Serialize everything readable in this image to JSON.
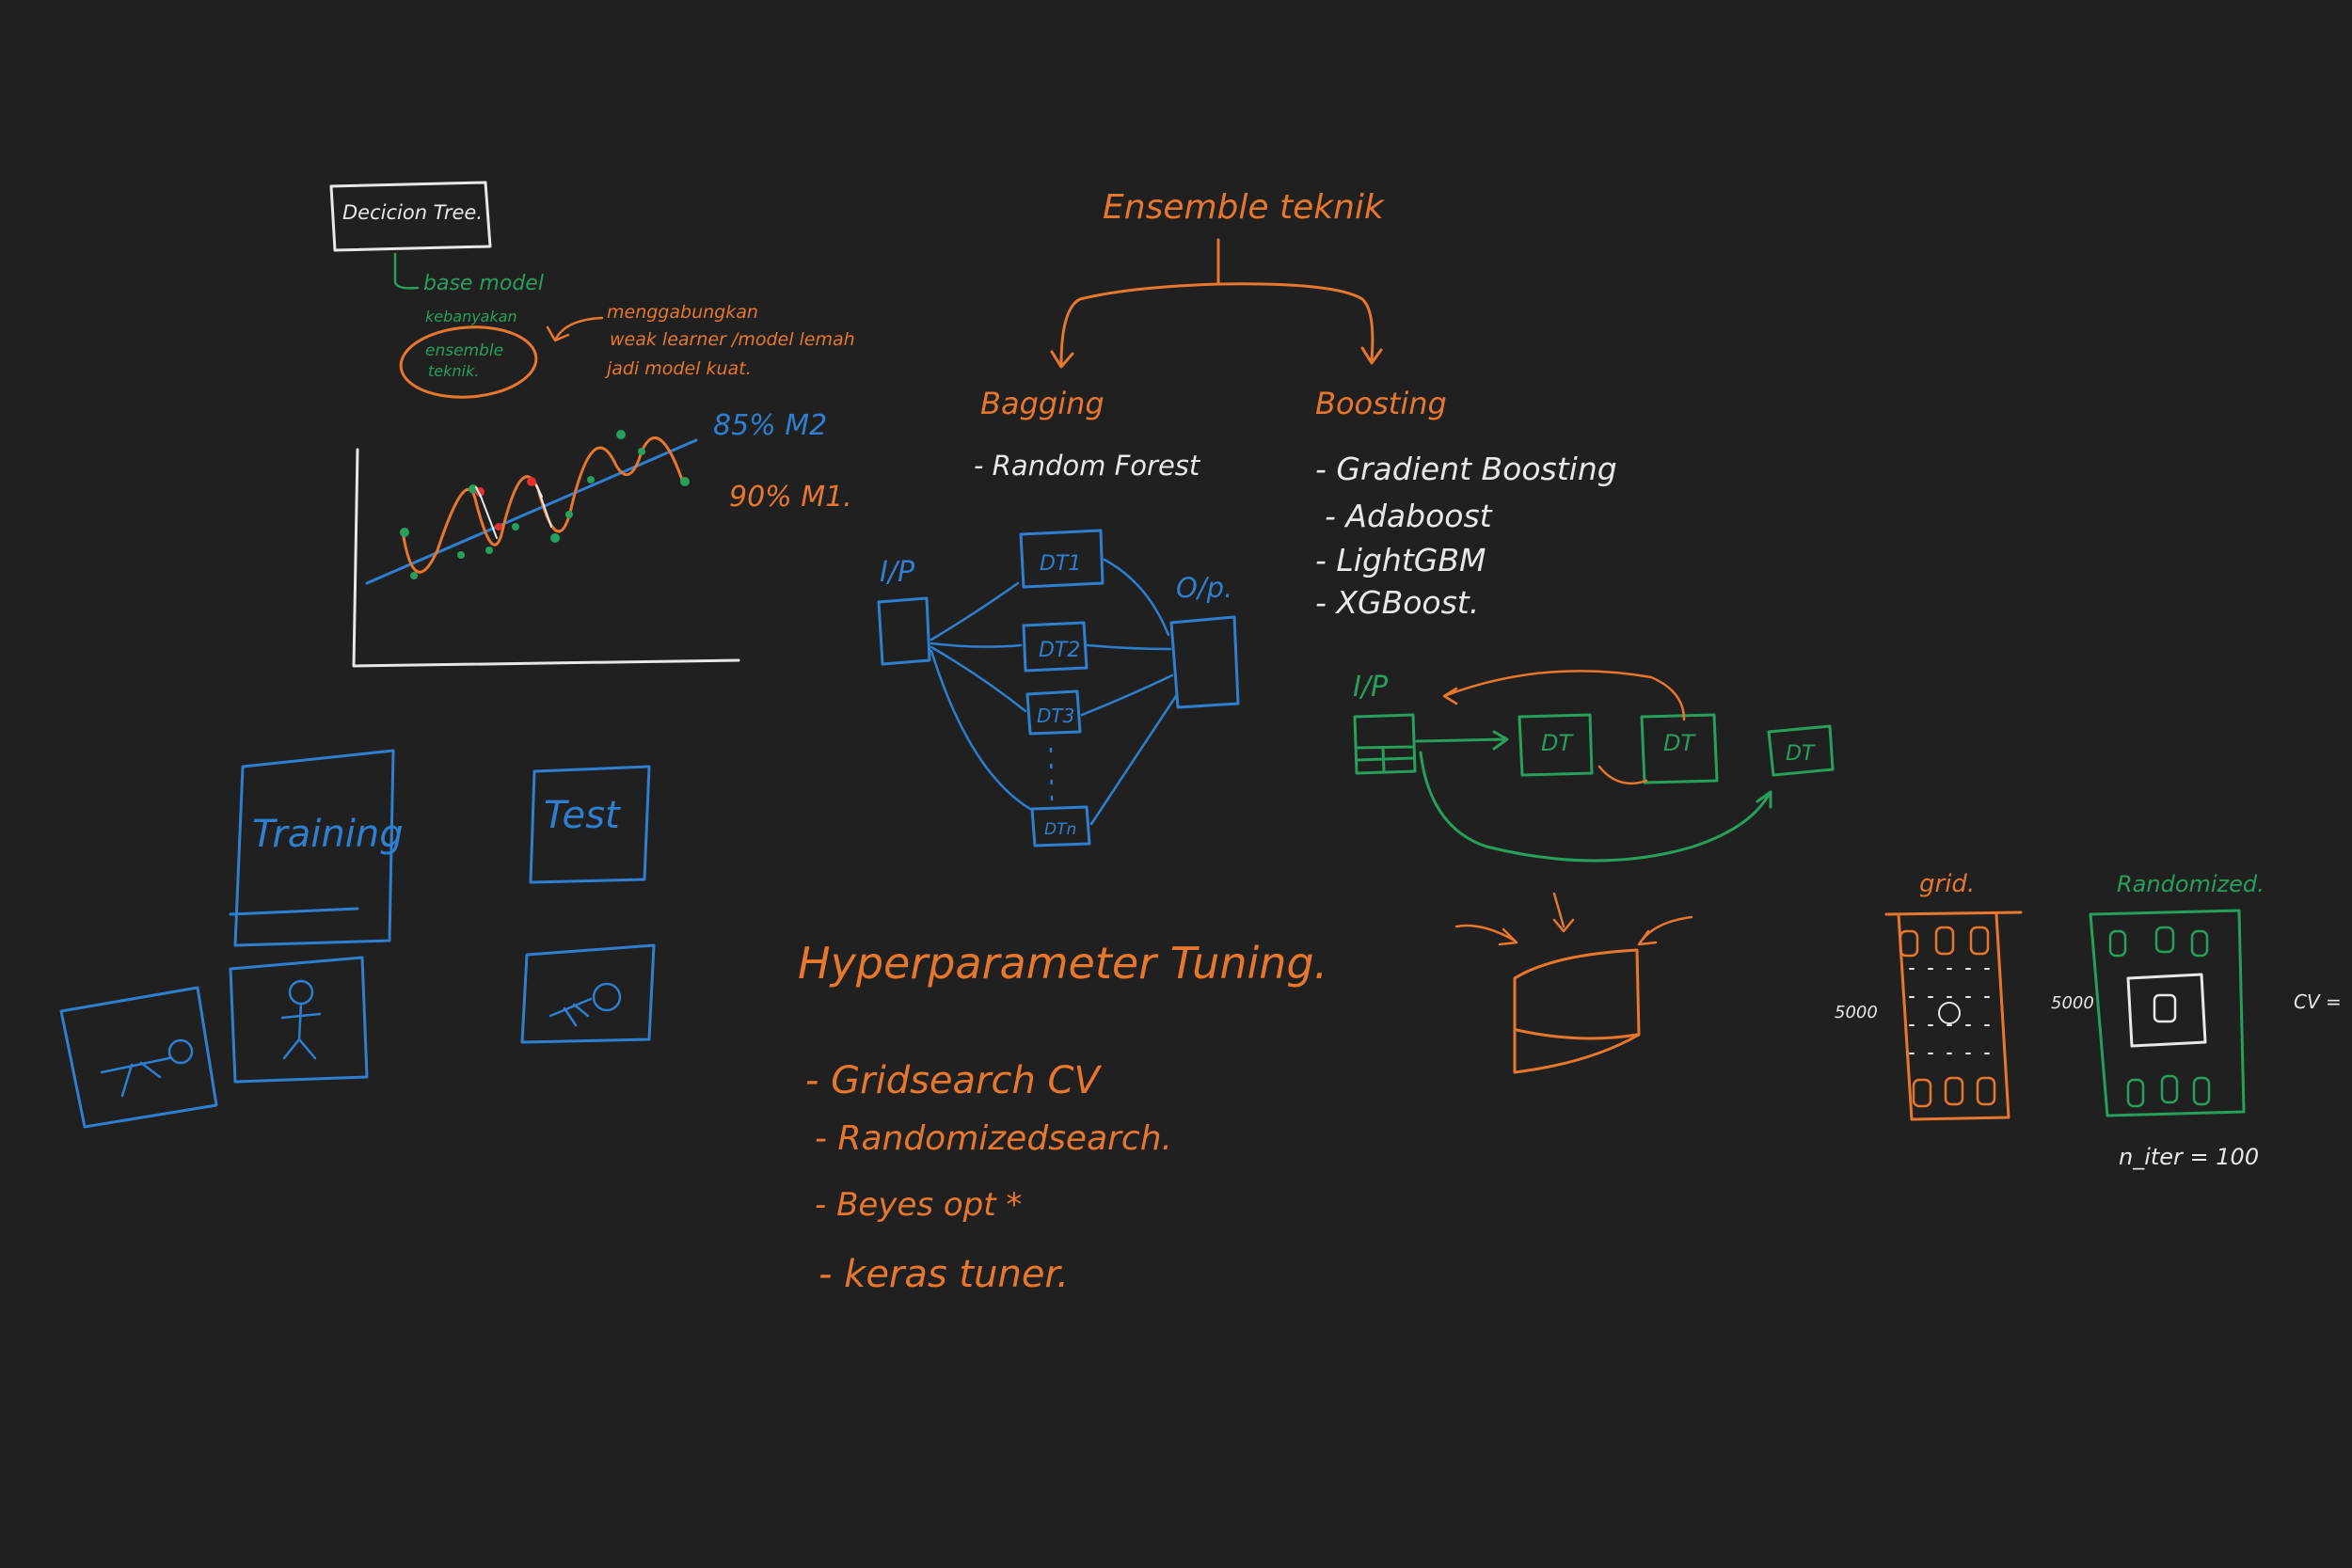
{
  "colors": {
    "background": "#202020",
    "white": "#e8e8e8",
    "orange": "#e8772e",
    "blue": "#2f7fd1",
    "green": "#27a05b",
    "red": "#e03030"
  },
  "decision_tree": {
    "title": "Decicion Tree.",
    "base_model": "base model",
    "kebanyakan": "kebanyakan",
    "ensemble_line1": "ensemble",
    "ensemble_line2": "teknik.",
    "note_line1": "menggabungkan",
    "note_line2": "weak learner /model lemah",
    "note_line3": "jadi model kuat."
  },
  "fit_plot": {
    "label_m2": "85% M2",
    "label_m1": "90% M1."
  },
  "ensemble": {
    "title": "Ensemble teknik",
    "bagging": "Bagging",
    "bagging_item": "- Random Forest",
    "boosting": "Boosting",
    "boosting_items": [
      "- Gradient Boosting",
      "- Adaboost",
      "- LightGBM",
      "- XGBoost."
    ]
  },
  "bagging_diagram": {
    "input": "I/P",
    "output": "O/p.",
    "trees": [
      "DT1",
      "DT2",
      "DT3",
      "DTn"
    ]
  },
  "boosting_diagram": {
    "input": "I/P",
    "trees": [
      "DT",
      "DT",
      "DT"
    ]
  },
  "split": {
    "training": "Training",
    "test": "Test"
  },
  "tuning": {
    "title": "Hyperparameter Tuning.",
    "items": [
      "- Gridsearch CV",
      "- Randomizedsearch.",
      "- Beyes opt *",
      "- keras tuner."
    ]
  },
  "search": {
    "grid_label": "grid.",
    "randomized_label": "Randomized.",
    "grid_count": "5000",
    "randomized_count": "5000",
    "cv": "CV =",
    "n_iter": "n_iter = 100"
  }
}
